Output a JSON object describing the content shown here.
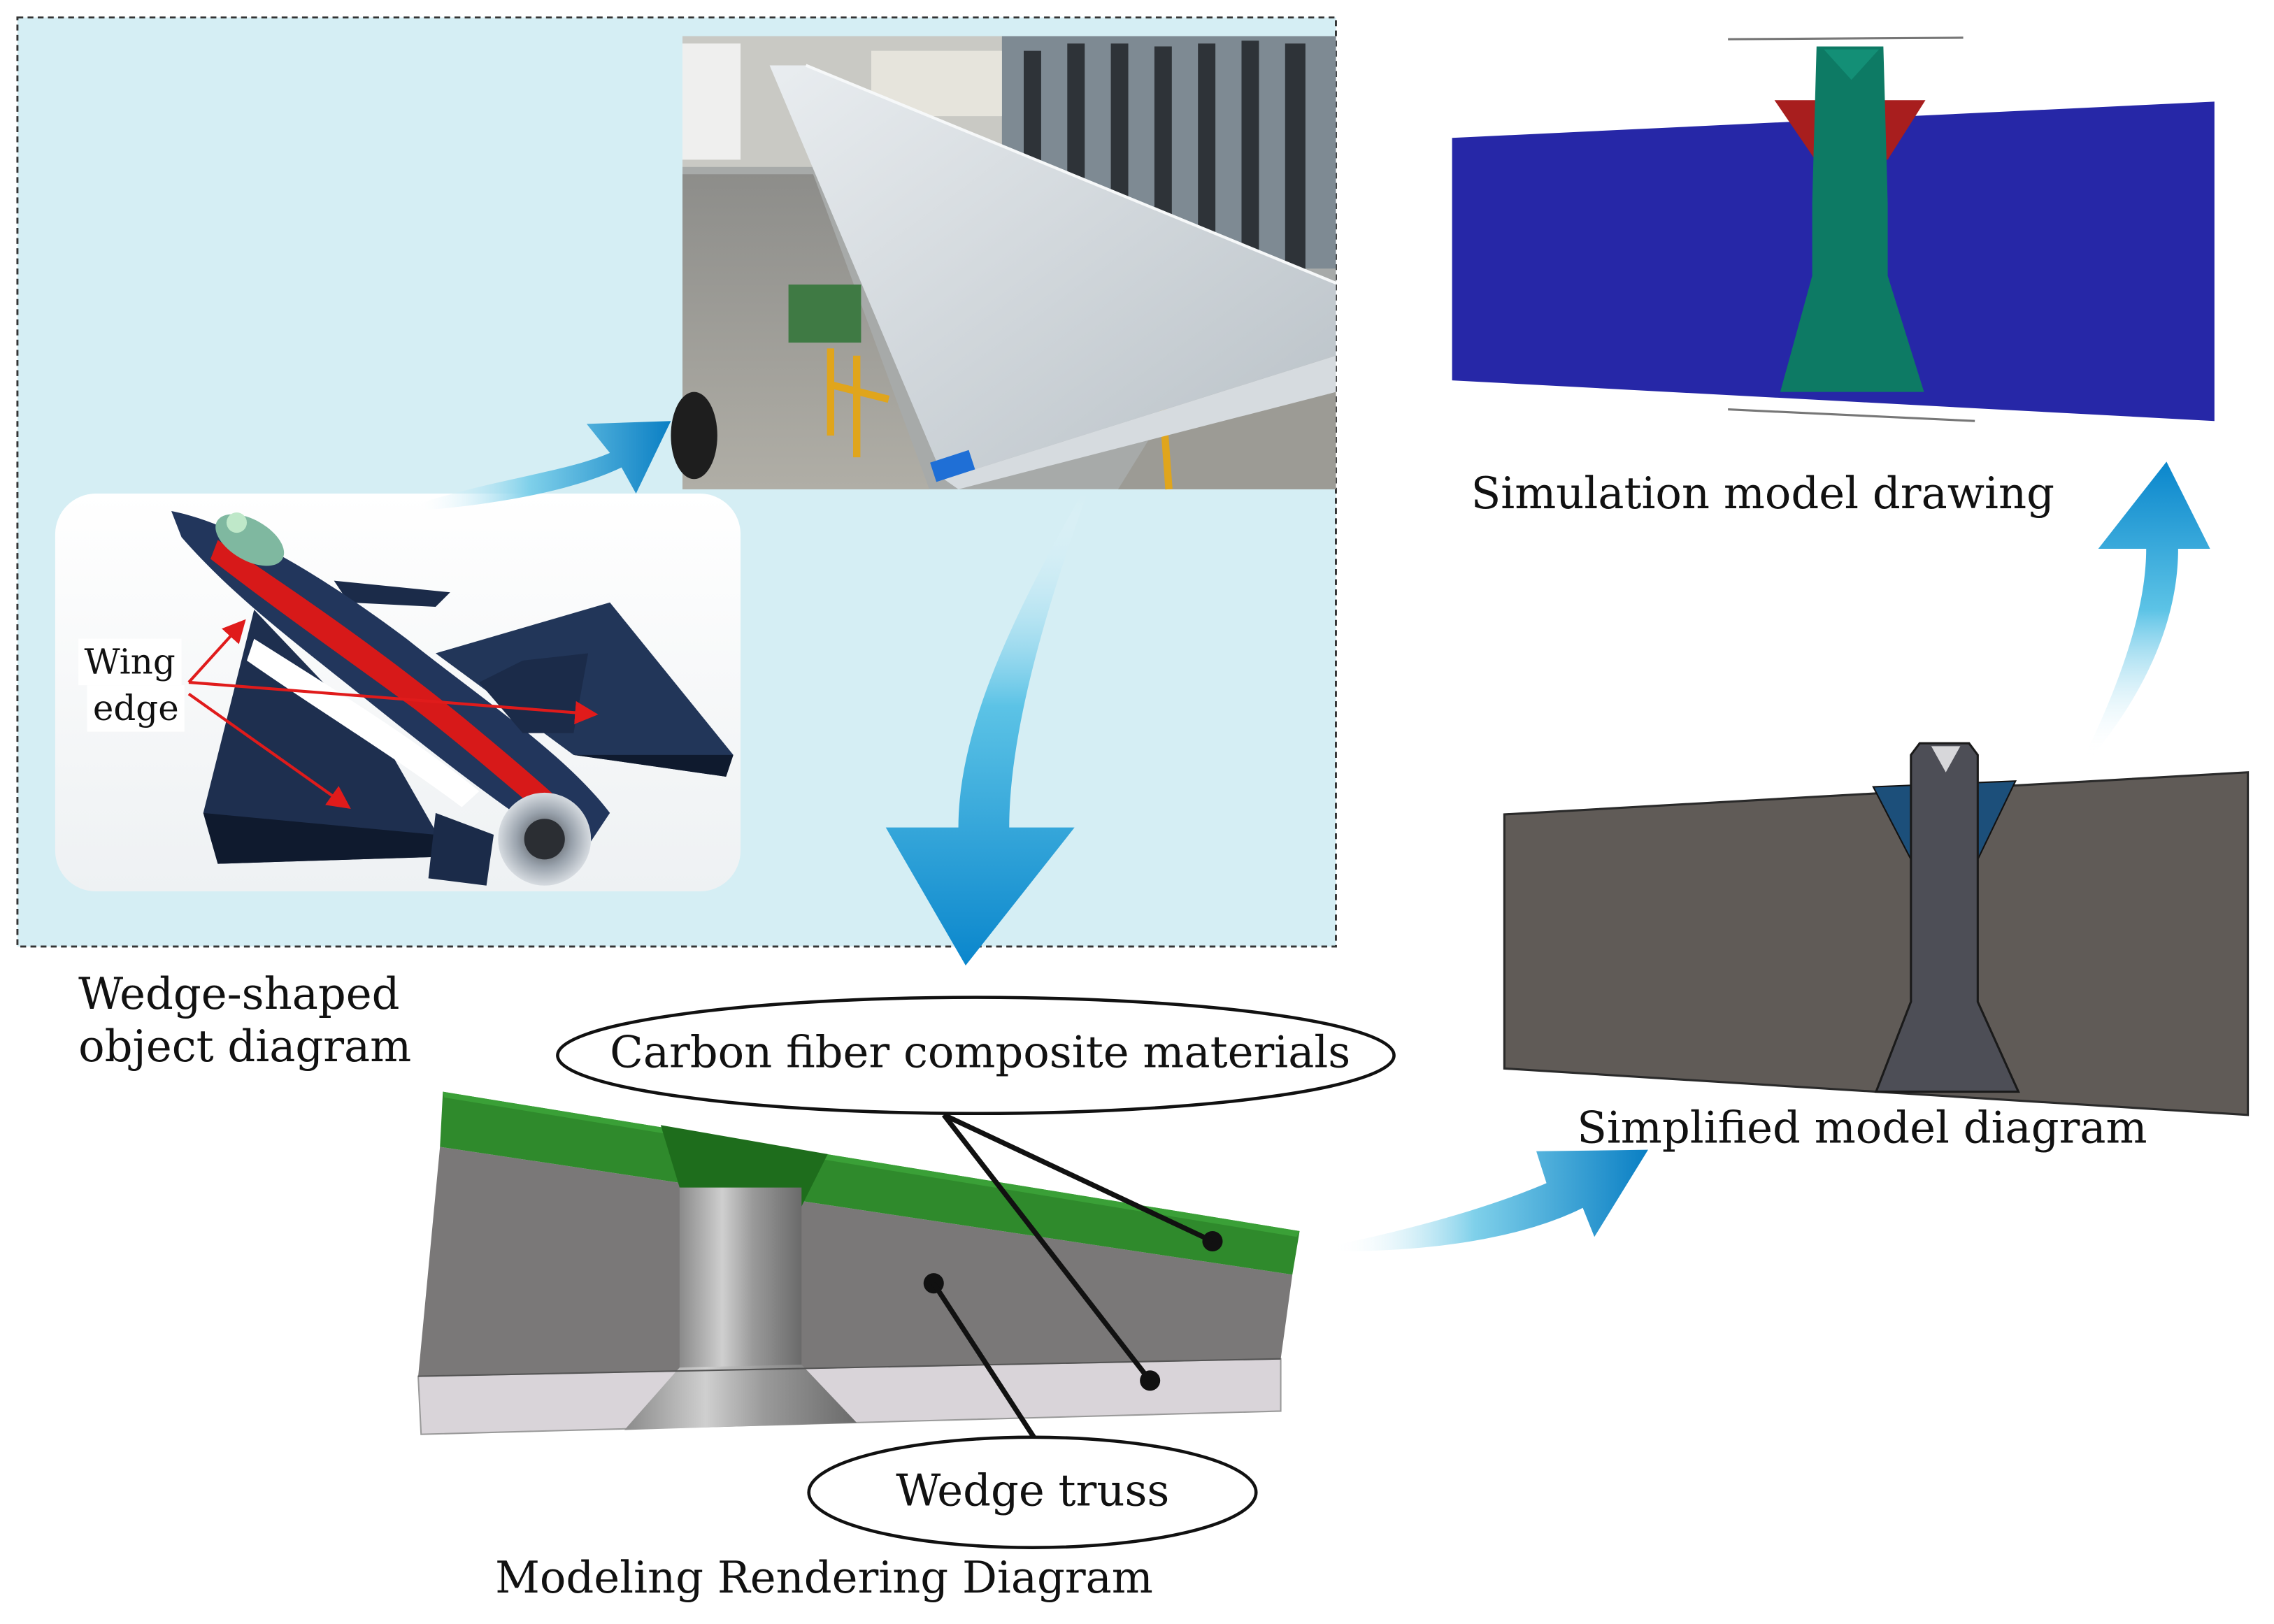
{
  "labels": {
    "wedge_shaped_object_diagram": [
      "Wedge-shaped",
      "object diagram"
    ],
    "wing_edge": [
      "Wing",
      "edge"
    ],
    "carbon_fiber": "Carbon fiber composite materials",
    "wedge_truss": "Wedge truss",
    "modeling_rendering_diagram": "Modeling Rendering Diagram",
    "simulation_model_drawing": "Simulation model drawing",
    "simplified_model_diagram": "Simplified model diagram"
  }
}
